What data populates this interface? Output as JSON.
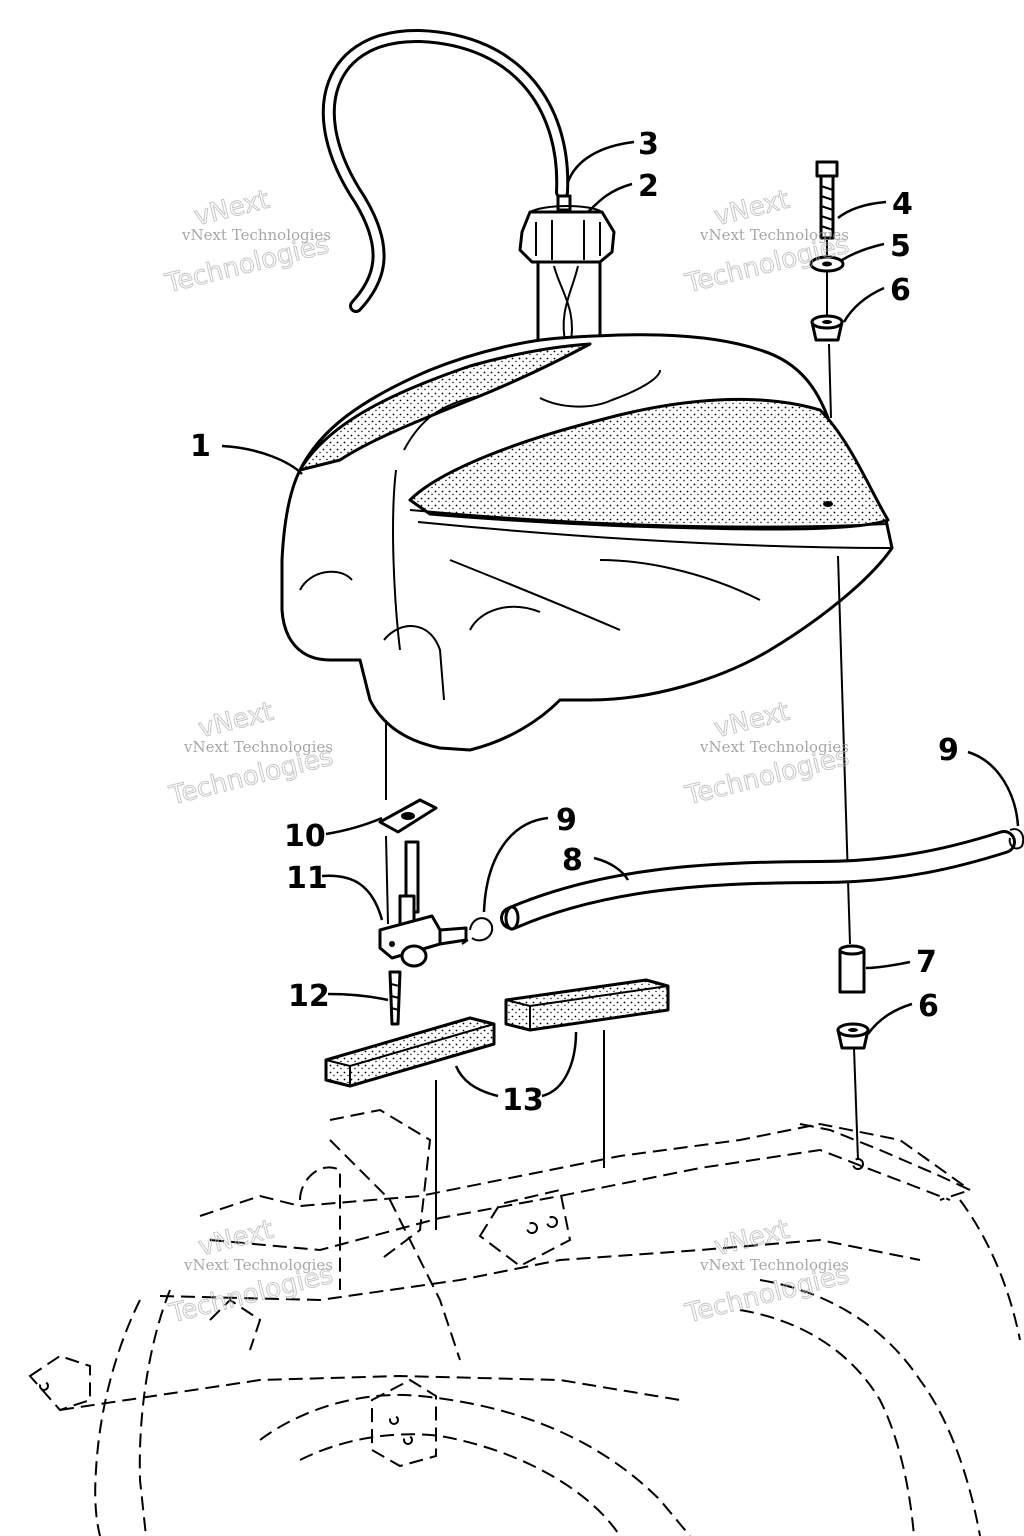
{
  "callouts": [
    {
      "id": "1",
      "label": "1"
    },
    {
      "id": "2",
      "label": "2"
    },
    {
      "id": "3",
      "label": "3"
    },
    {
      "id": "4",
      "label": "4"
    },
    {
      "id": "5",
      "label": "5"
    },
    {
      "id": "6a",
      "label": "6"
    },
    {
      "id": "6b",
      "label": "6"
    },
    {
      "id": "7",
      "label": "7"
    },
    {
      "id": "8",
      "label": "8"
    },
    {
      "id": "9a",
      "label": "9"
    },
    {
      "id": "9b",
      "label": "9"
    },
    {
      "id": "10",
      "label": "10"
    },
    {
      "id": "11",
      "label": "11"
    },
    {
      "id": "12",
      "label": "12"
    },
    {
      "id": "13",
      "label": "13"
    }
  ],
  "watermark": {
    "company": "vNext Technologies",
    "word1": "vNext",
    "word2": "Technologies"
  },
  "colors": {
    "line": "#000000",
    "background": "#ffffff",
    "watermark": "#8a8a8a"
  }
}
